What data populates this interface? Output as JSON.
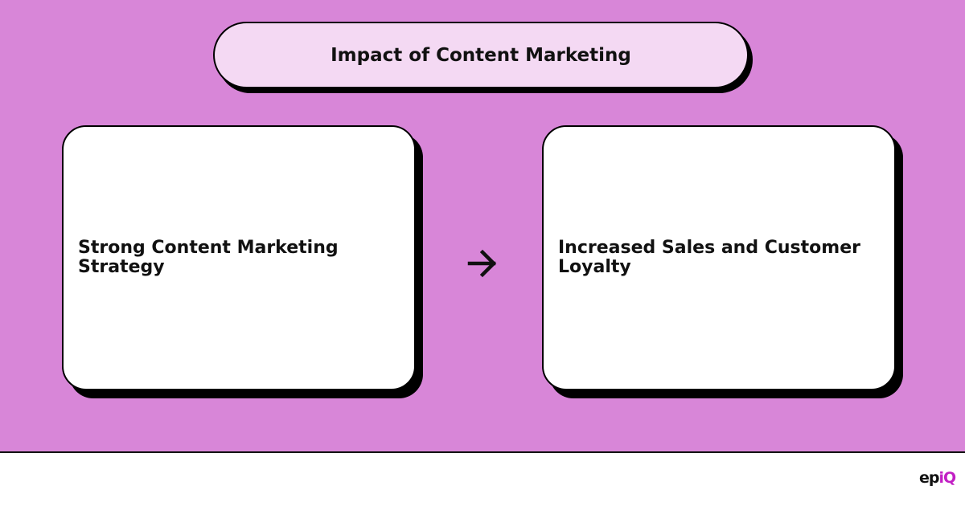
{
  "title": "Impact of Content Marketing",
  "nodes": [
    {
      "label": "Strong Content Marketing Strategy"
    },
    {
      "label": "Increased Sales and Customer Loyalty"
    }
  ],
  "edges": [
    {
      "from": 0,
      "to": 1,
      "icon": "arrow-right-icon"
    }
  ],
  "logo": {
    "part1": "ep",
    "part2": "iQ"
  },
  "colors": {
    "background": "#d886d8",
    "title_fill": "#f4d9f3",
    "box_fill": "#ffffff",
    "shadow": "#000000",
    "logo_accent": "#c21fc4"
  }
}
